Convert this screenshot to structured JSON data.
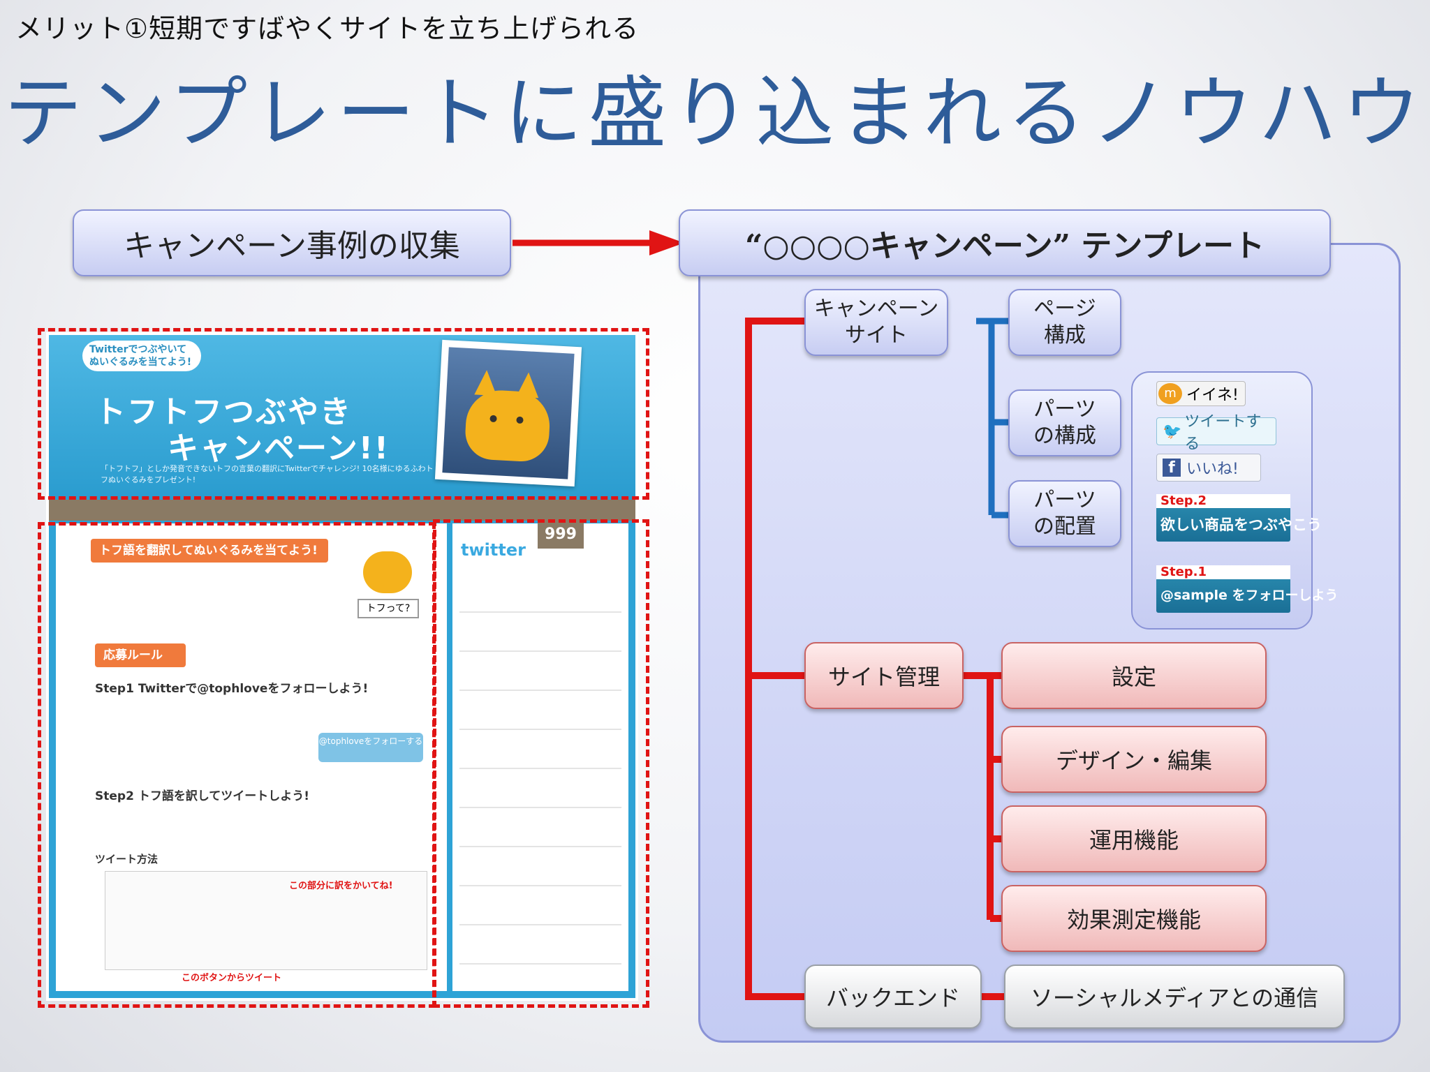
{
  "subtitle": "メリット①短期ですばやくサイトを立ち上げられる",
  "title": "テンプレートに盛り込まれるノウハウ",
  "left_box": "キャンペーン事例の収集",
  "right_box": "“○○○○キャンペーン” テンプレート",
  "nodes": {
    "campaign_site": [
      "キャンペーン",
      "サイト"
    ],
    "page_structure": [
      "ページ",
      "構成"
    ],
    "parts_structure": [
      "パーツ",
      "の構成"
    ],
    "parts_layout": [
      "パーツ",
      "の配置"
    ],
    "site_admin": "サイト管理",
    "settings": "設定",
    "design_edit": "デザイン・編集",
    "operation": "運用機能",
    "effect": "効果測定機能",
    "backend": "バックエンド",
    "social": "ソーシャルメディアとの通信"
  },
  "parts": {
    "iine_badge": "イイネ!",
    "tweet_button": "ツイートする",
    "like_button": "いいね!",
    "step2_label": "Step.2",
    "step2_text": "欲しい商品をつぶやこう",
    "step1_label": "Step.1",
    "step1_text": "@sample をフォローしよう"
  },
  "screenshot": {
    "bubble": "Twitterでつぶやいて ぬいぐるみを当てよう!",
    "headline_1": "トフトフつぶやき",
    "headline_2": "キャンペーン!!",
    "lead": "「トフトフ」としか発音できないトフの言葉の翻訳にTwitterでチャレンジ! 10名様にゆるふわトフぬいぐるみをプレゼント!",
    "section1": "トフ語を翻訳してぬいぐるみを当てよう!",
    "rules": "応募ルール",
    "step1": "Step1 Twitterで@tophloveをフォローしよう!",
    "follow_btn": "@tophloveをフォローする",
    "step2": "Step2 トフ語を訳してツイートしよう!",
    "tweet_method": "ツイート方法",
    "callout_top": "この部分に訳をかいてね!",
    "callout_bottom": "このボタンからツイート",
    "twitter_logo": "twitter",
    "counter": "999",
    "tofte": "トフって?"
  }
}
